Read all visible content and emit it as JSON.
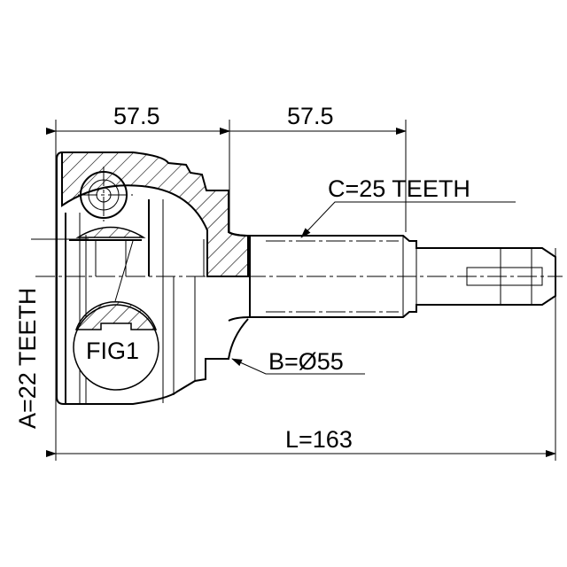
{
  "drawing": {
    "dim_body_length": "57.5",
    "dim_stem_length": "57.5",
    "spline_outer": "C=25 TEETH",
    "spline_inner": "A=22 TEETH",
    "seal_diameter": "B=Ø55",
    "total_length": "L=163",
    "figure_label": "FIG1"
  }
}
